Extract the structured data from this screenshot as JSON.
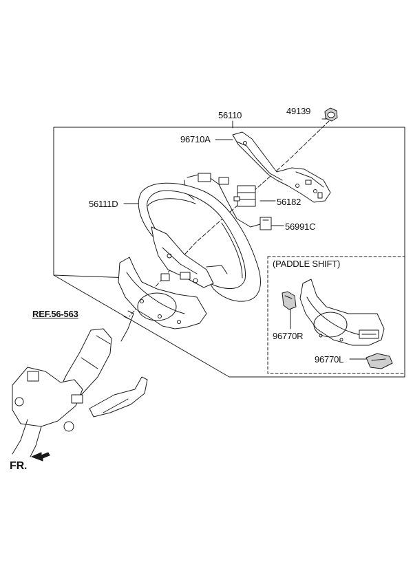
{
  "diagram": {
    "colors": {
      "line": "#1a1a1a",
      "fill": "#ffffff",
      "shade": "#cfcfcf",
      "dark": "#555555"
    },
    "parts": [
      {
        "id": "p56110",
        "label": "56110"
      },
      {
        "id": "p49139",
        "label": "49139"
      },
      {
        "id": "p96710a",
        "label": "96710A"
      },
      {
        "id": "p56182",
        "label": "56182"
      },
      {
        "id": "p56111d",
        "label": "56111D"
      },
      {
        "id": "p56991c",
        "label": "56991C"
      },
      {
        "id": "p96770r",
        "label": "96770R"
      },
      {
        "id": "p96770l",
        "label": "96770L"
      }
    ],
    "inset_title": "(PADDLE SHIFT)",
    "reference": "REF.56-563",
    "direction_label": "FR."
  }
}
